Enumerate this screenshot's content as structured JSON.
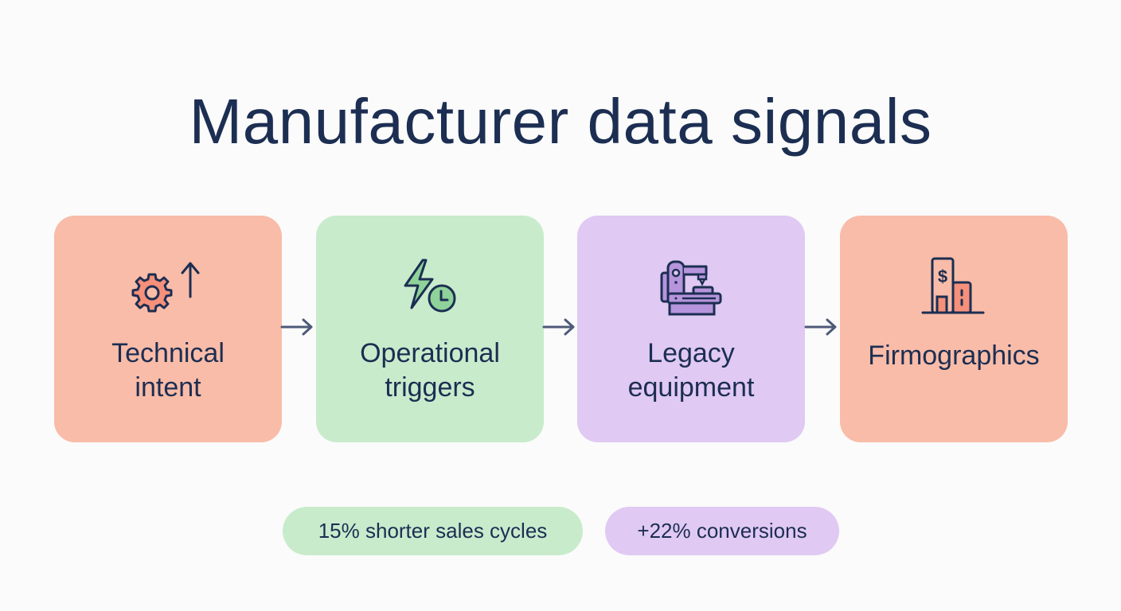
{
  "title": "Manufacturer data signals",
  "colors": {
    "title": "#1c2e52",
    "coral": "#f9bca8",
    "coral_icon_fill": "#f5907a",
    "green": "#c8ebcc",
    "green_icon_fill": "#8fd29a",
    "purple": "#e0c9f3",
    "purple_icon_fill": "#b695dc",
    "arrow": "#4d5a78",
    "background": "#fafbfa"
  },
  "steps": [
    {
      "label_line1": "Technical",
      "label_line2": "intent",
      "icon": "gear-up-arrow-icon"
    },
    {
      "label_line1": "Operational",
      "label_line2": "triggers",
      "icon": "lightning-clock-icon"
    },
    {
      "label_line1": "Legacy",
      "label_line2": "equipment",
      "icon": "machine-tool-icon"
    },
    {
      "label_line1": "Firmographics",
      "icon": "building-dollar-icon"
    }
  ],
  "metrics": [
    {
      "label": "15% shorter sales cycles"
    },
    {
      "label": "+22% conversions"
    }
  ]
}
